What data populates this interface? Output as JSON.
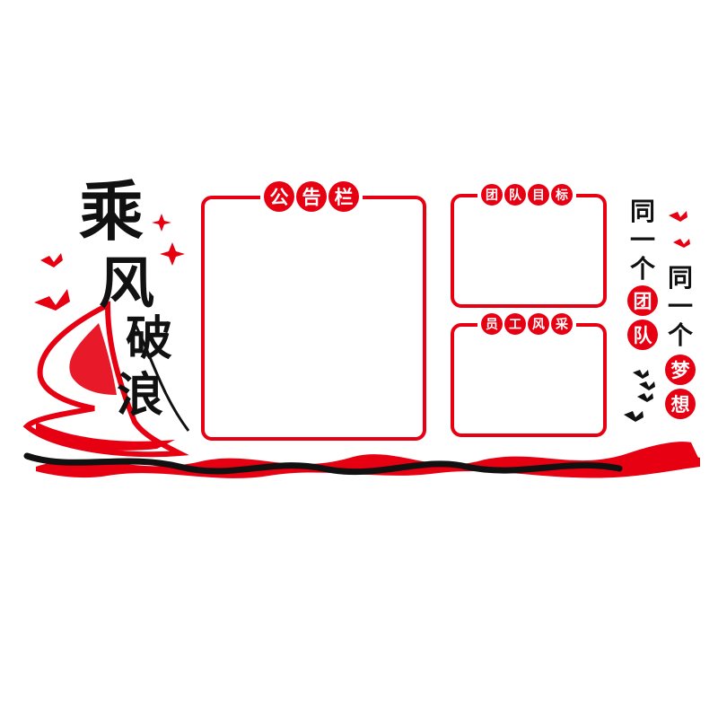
{
  "title_chars": [
    "乘",
    "风",
    "破",
    "浪"
  ],
  "notice_board": {
    "label_chars": [
      "公",
      "告",
      "栏"
    ]
  },
  "team_goals": {
    "label_chars": [
      "团",
      "队",
      "目",
      "标"
    ]
  },
  "staff_style": {
    "label_chars": [
      "员",
      "工",
      "风",
      "采"
    ]
  },
  "slogan_left": [
    "同",
    "一",
    "个",
    "团",
    "队"
  ],
  "slogan_right": [
    "同",
    "一",
    "个",
    "梦",
    "想"
  ],
  "colors": {
    "accent": "#e60012",
    "ink": "#111111"
  }
}
